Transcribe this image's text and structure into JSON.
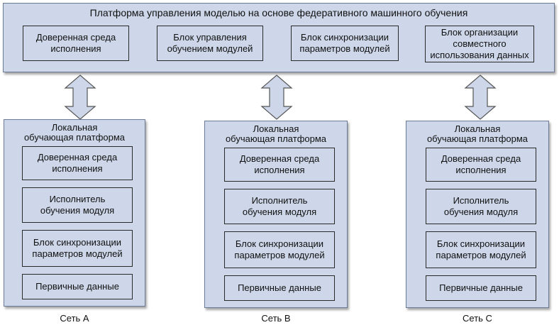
{
  "top": {
    "title": "Платформа управления моделью на основе федеративного машинного обучения",
    "blocks": [
      "Доверенная среда\nисполнения",
      "Блок управления\nобучением модулей",
      "Блок синхронизации\nпараметров модулей",
      "Блок организации\nсовместного\nиспользования данных"
    ]
  },
  "networks": [
    {
      "label": "Сеть A",
      "title": "Локальная\nобучающая платформа",
      "blocks": [
        "Доверенная среда\nисполнения",
        "Исполнитель\nобучения модуля",
        "Блок синхронизации\nпараметров модулей",
        "Первичные данные"
      ]
    },
    {
      "label": "Сеть B",
      "title": "Локальная\nобучающая платформа",
      "blocks": [
        "Доверенная среда\nисполнения",
        "Исполнитель\nобучения модуля",
        "Блок синхронизации\nпараметров модулей",
        "Первичные данные"
      ]
    },
    {
      "label": "Сеть C",
      "title": "Локальная\nобучающая платформа",
      "blocks": [
        "Доверенная среда\nисполнения",
        "Исполнитель\nобучения модуля",
        "Блок синхронизации\nпараметров модулей",
        "Первичные данные"
      ]
    }
  ]
}
